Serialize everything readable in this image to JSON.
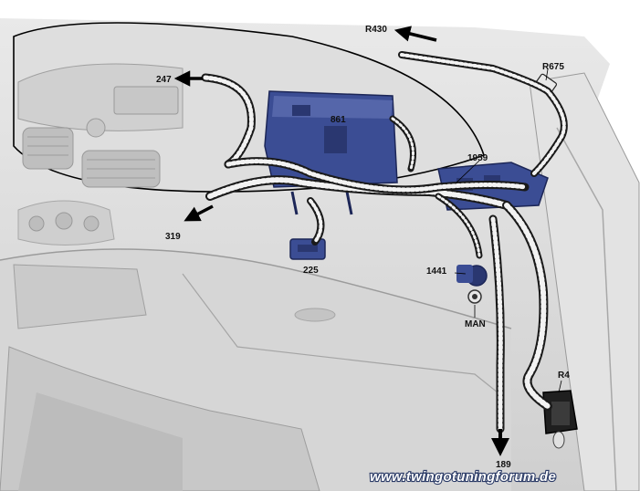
{
  "diagram": {
    "labels": {
      "r430": "R430",
      "r675": "R675",
      "l247": "247",
      "l861": "861",
      "l1959": "1959",
      "l319": "319",
      "l225": "225",
      "l1441": "1441",
      "man": "MAN",
      "r4": "R4",
      "l189": "189"
    },
    "watermark": "www.twingotuningforum.de",
    "colors": {
      "background": "#ffffff",
      "dashboard": "#dcdcdc",
      "component_blue": "#3b4d94",
      "harness": "#1a1a1a",
      "harness_stripe": "#f2f2f2"
    }
  }
}
